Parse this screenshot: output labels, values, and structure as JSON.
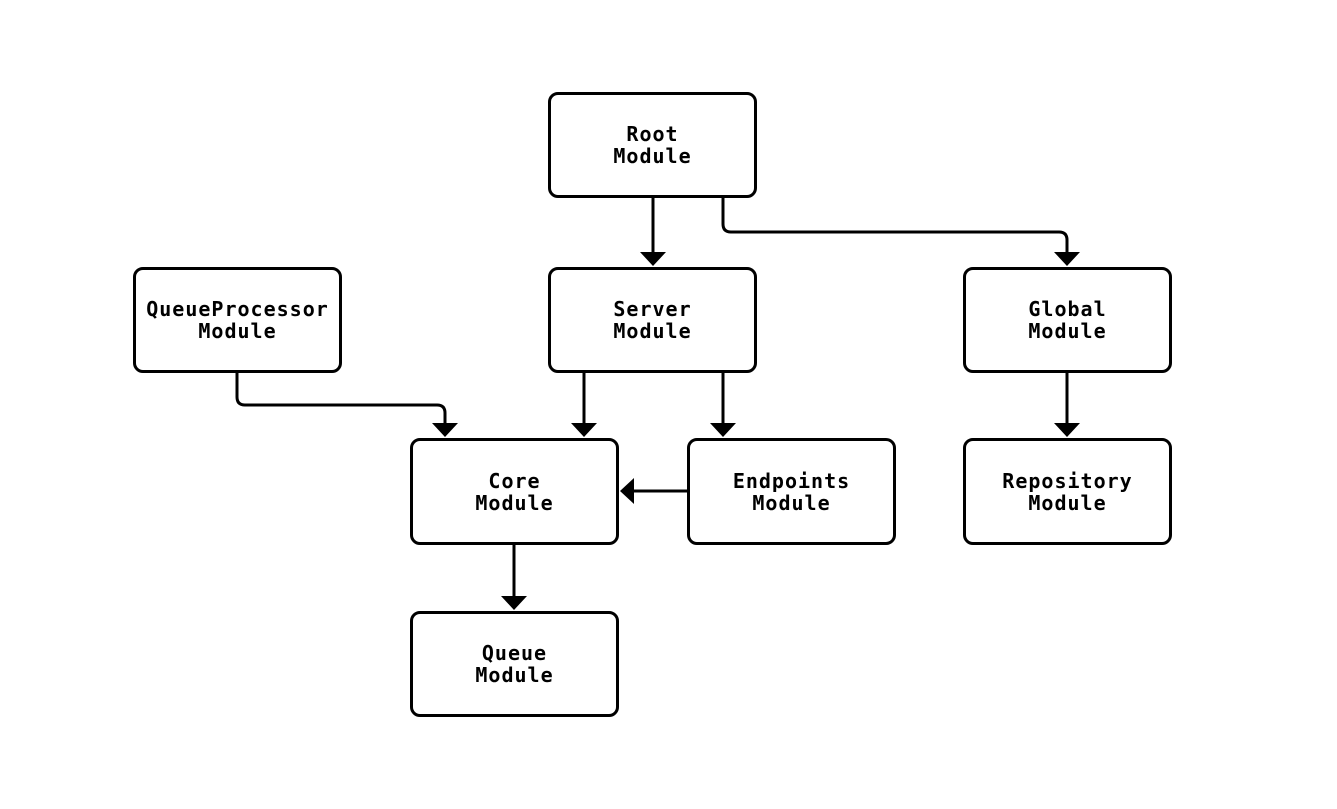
{
  "diagram": {
    "type": "module-dependency-flowchart",
    "direction": "top-down",
    "background_color": "#ffffff",
    "node_fill_color": "#ffffff",
    "node_border_color": "#000000",
    "edge_color": "#000000",
    "text_color": "#000000",
    "nodes": [
      {
        "id": "root",
        "lines": [
          "Root",
          "Module"
        ]
      },
      {
        "id": "queueprocessor",
        "lines": [
          "QueueProcessor",
          "Module"
        ]
      },
      {
        "id": "server",
        "lines": [
          "Server",
          "Module"
        ]
      },
      {
        "id": "global",
        "lines": [
          "Global",
          "Module"
        ]
      },
      {
        "id": "core",
        "lines": [
          "Core",
          "Module"
        ]
      },
      {
        "id": "endpoints",
        "lines": [
          "Endpoints",
          "Module"
        ]
      },
      {
        "id": "repository",
        "lines": [
          "Repository",
          "Module"
        ]
      },
      {
        "id": "queue",
        "lines": [
          "Queue",
          "Module"
        ]
      }
    ],
    "edges": [
      {
        "from": "root",
        "to": "server"
      },
      {
        "from": "root",
        "to": "global"
      },
      {
        "from": "queueprocessor",
        "to": "core"
      },
      {
        "from": "server",
        "to": "core"
      },
      {
        "from": "server",
        "to": "endpoints"
      },
      {
        "from": "global",
        "to": "repository"
      },
      {
        "from": "endpoints",
        "to": "core"
      },
      {
        "from": "core",
        "to": "queue"
      }
    ]
  }
}
